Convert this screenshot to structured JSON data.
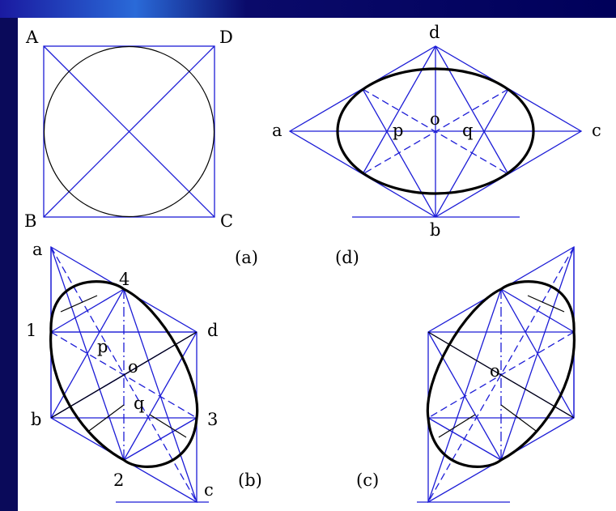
{
  "labels": {
    "a_vertices": {
      "A": "A",
      "B": "B",
      "C": "C",
      "D": "D"
    },
    "a_caption": "(a)",
    "d_vertices": {
      "a": "a",
      "b": "b",
      "c": "c",
      "d": "d",
      "o": "o",
      "p": "p",
      "q": "q"
    },
    "d_caption": "(d)",
    "b_vertices": {
      "a": "a",
      "b": "b",
      "c": "c",
      "d": "d",
      "o": "o",
      "p": "p",
      "q": "q",
      "n1": "1",
      "n2": "2",
      "n3": "3",
      "n4": "4"
    },
    "b_caption": "(b)",
    "c_vertices": {
      "o": "o"
    },
    "c_caption": "(c)"
  },
  "colors": {
    "construction_line": "#1c1cd6",
    "outline": "#000000",
    "background": "#ffffff",
    "frame": "#0a0a5a"
  }
}
